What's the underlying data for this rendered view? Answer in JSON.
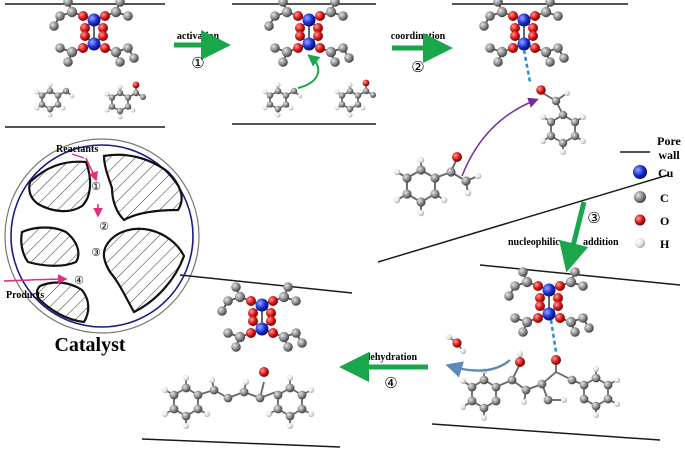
{
  "steps": {
    "activation": {
      "label": "activation",
      "number": "①"
    },
    "coordination": {
      "label": "coordination",
      "number": "②"
    },
    "nucleophilic": {
      "label_a": "nucleophilic",
      "label_b": "addition",
      "number": "③"
    },
    "dehydration": {
      "label": "dehydration",
      "number": "④"
    }
  },
  "catalyst": {
    "title": "Catalyst",
    "reactants": "Reactants",
    "products": "Products",
    "markers": [
      "①",
      "②",
      "③",
      "④"
    ]
  },
  "legend": {
    "pore_wall_line1": "Pore",
    "pore_wall_line2": "wall",
    "items": [
      {
        "label": "Cu",
        "color": "#1a2fd6"
      },
      {
        "label": "C",
        "color": "#8a8a8a"
      },
      {
        "label": "O",
        "color": "#d81818"
      },
      {
        "label": "H",
        "color": "#e8e8e8"
      }
    ]
  },
  "colors": {
    "arrow_green": "#1aa64a",
    "pink": "#e0307a",
    "purple": "#7a2a9a",
    "blue_arrow": "#5a8ab8",
    "dashed_bond": "#2a8ad8",
    "cu": "#1a2fd6",
    "c": "#8a8a8a",
    "o": "#d81818",
    "h": "#e8e8e8",
    "pore_line": "#1a1a1a",
    "circle_edge": "#1a1a8a"
  }
}
